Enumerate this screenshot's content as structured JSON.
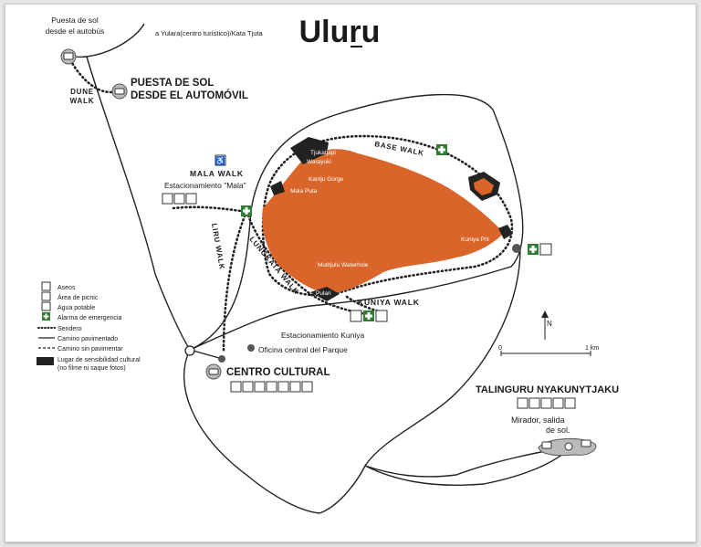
{
  "title": "Uluru",
  "colors": {
    "rock": "#d9652a",
    "sacred": "#222222",
    "line": "#222222",
    "first_aid": "#2e7d32",
    "background": "#ffffff"
  },
  "labels": {
    "sunset_bus": [
      "Puesta de sol",
      "desde el autobús"
    ],
    "yulara": "a Yulara(centro turístico)/Kata Tjuta",
    "dune_walk": [
      "DUNE",
      "WALK"
    ],
    "sunset_car": [
      "PUESTA DE SOL",
      "DESDE EL AUTOMÓVIL"
    ],
    "base_walk": "BASE WALK",
    "mala_walk": "MALA WALK",
    "mala_parking": "Estacionamiento \"Mala\"",
    "liru_walk": "LIRU WALK",
    "lungkata_walk": "LUNGKATA WALK",
    "kuniya_walk": "KUNIYA WALK",
    "kuniya_parking": "Estacionamiento Kuniya",
    "park_office": "Oficina central del Parque",
    "cultural_centre": "CENTRO CULTURAL",
    "talinguru": "TALINGURU NYAKUNYTJAKU",
    "lookout": [
      "Mirador, salida",
      "de sol."
    ]
  },
  "rock_labels": {
    "tjukatjapi": [
      "Tjukatjapi",
      "Warayuki"
    ],
    "kantju": "Kantju Gorge",
    "mala_puta": "Mala Puta",
    "kuniya_piti": "Kuniya Piti",
    "mutitjulu": "Mutitjulu Waterhole",
    "pulari": "Pulari"
  },
  "legend": [
    {
      "icon": "toilet-icon",
      "label": "Aseos"
    },
    {
      "icon": "picnic-icon",
      "label": "Área de picnic"
    },
    {
      "icon": "water-icon",
      "label": "Agua potable"
    },
    {
      "icon": "first-aid-icon",
      "label": "Alarma de emergencia"
    },
    {
      "icon": "dotted-line",
      "label": "Sendero"
    },
    {
      "icon": "solid-line",
      "label": "Camino pavimentado"
    },
    {
      "icon": "dashed-line",
      "label": "Camino sin pavimentar"
    },
    {
      "icon": "black-block",
      "label": "Lugar de sensibilidad cultural"
    },
    {
      "icon": "none",
      "label": "(no filme ni saque fotos)"
    }
  ],
  "scale": {
    "start": "0",
    "end": "1 km"
  },
  "north": "N"
}
